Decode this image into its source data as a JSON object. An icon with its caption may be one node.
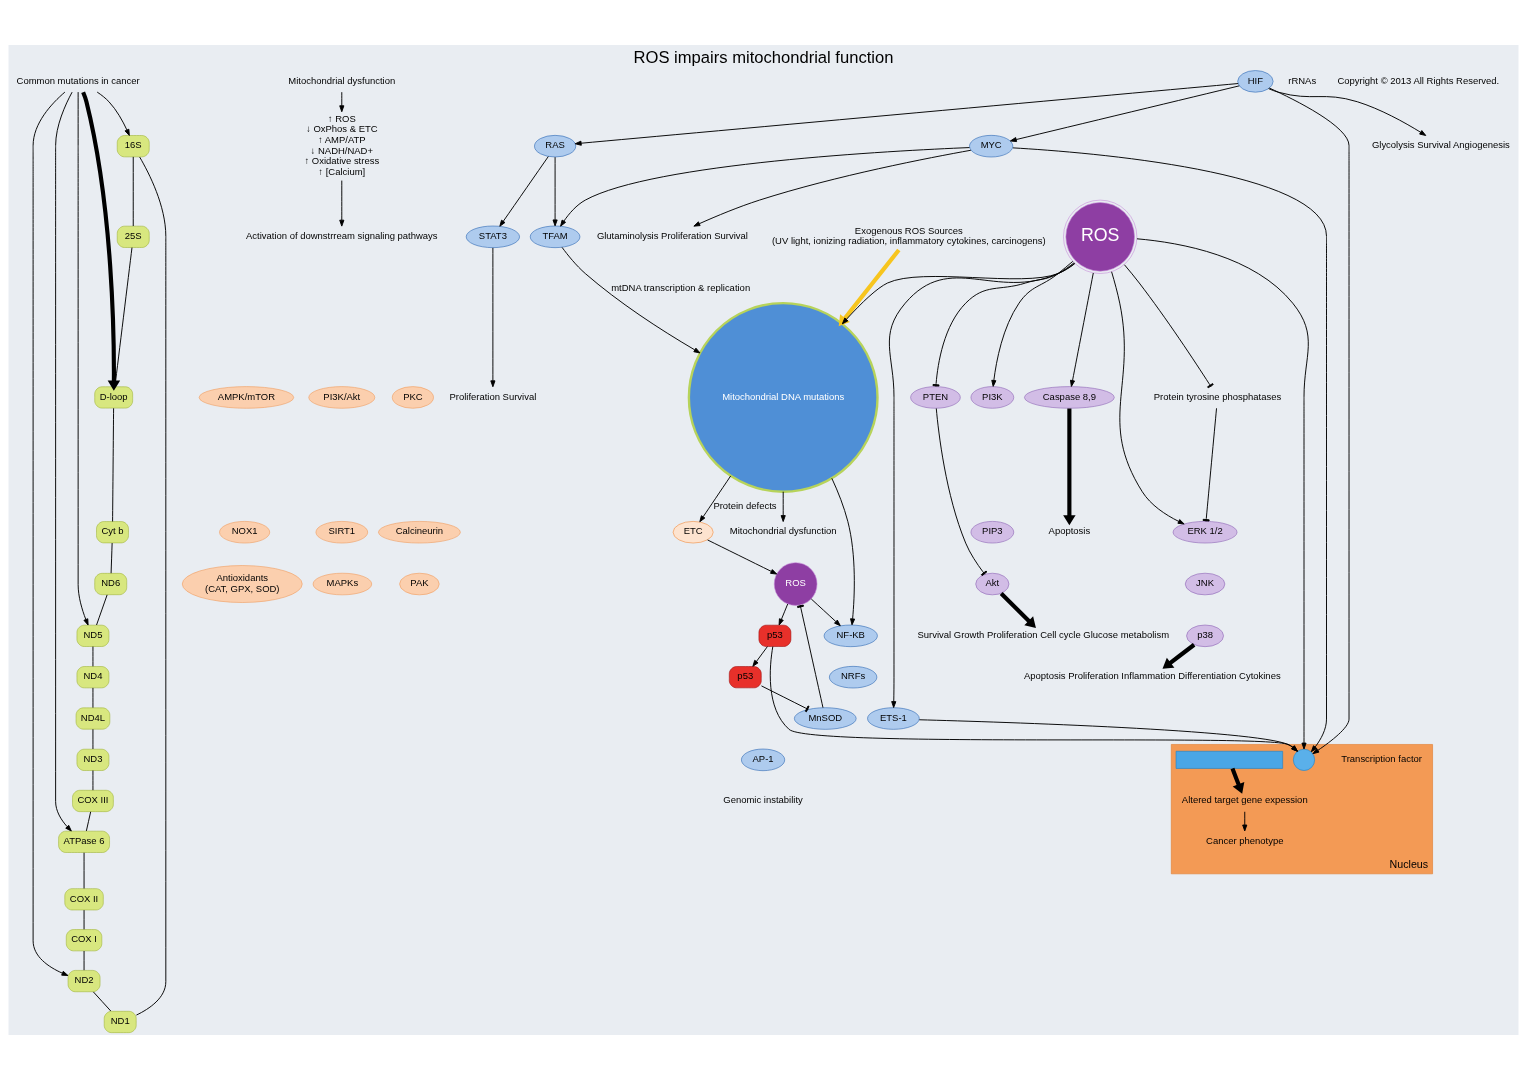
{
  "diagram": {
    "title": "ROS impairs mitochondrial function",
    "nodes": [
      {
        "text": [
          "Common mutations in cancer"
        ]
      },
      {
        "text": [
          "16S"
        ]
      },
      {
        "text": [
          "25S"
        ]
      },
      {
        "text": [
          "D-loop"
        ]
      },
      {
        "text": [
          "Cyt b"
        ]
      },
      {
        "text": [
          "ND6"
        ]
      },
      {
        "text": [
          "ND5"
        ]
      },
      {
        "text": [
          "ND4"
        ]
      },
      {
        "text": [
          "ND4L"
        ]
      },
      {
        "text": [
          "ND3"
        ]
      },
      {
        "text": [
          "COX III"
        ]
      },
      {
        "text": [
          "ATPase 6"
        ]
      },
      {
        "text": [
          "COX II"
        ]
      },
      {
        "text": [
          "COX I"
        ]
      },
      {
        "text": [
          "ND2"
        ]
      },
      {
        "text": [
          "ND1"
        ]
      },
      {
        "text": [
          "Mitochondrial dysfunction"
        ]
      },
      {
        "text": [
          "↑ ROS",
          "↓ OxPhos & ETC",
          "↑ AMP/ATP",
          "↓ NADH/NAD+",
          "↑ Oxidative stress",
          "↑ [Calcium]"
        ]
      },
      {
        "text": [
          "Activation of downstrream signaling pathways"
        ]
      },
      {
        "text": [
          "AMPK/mTOR"
        ]
      },
      {
        "text": [
          "PI3K/Akt"
        ]
      },
      {
        "text": [
          "PKC"
        ]
      },
      {
        "text": [
          "NOX1"
        ]
      },
      {
        "text": [
          "SIRT1"
        ]
      },
      {
        "text": [
          "Calcineurin"
        ]
      },
      {
        "text": [
          "Antioxidants",
          "(CAT, GPX, SOD)"
        ]
      },
      {
        "text": [
          "MAPKs"
        ]
      },
      {
        "text": [
          "PAK"
        ]
      },
      {
        "text": [
          "Exogenous ROS Sources",
          "(UV light, ionizing radiation, inflammatory cytokines, carcinogens)"
        ]
      },
      {
        "text": [
          "Mitochondrial DNA mutations"
        ]
      },
      {
        "text": [
          "Mitochondrial dysfunction"
        ]
      },
      {
        "text": [
          "ROS"
        ]
      },
      {
        "text": [
          "ROS"
        ]
      },
      {
        "text": [
          "ETC"
        ]
      },
      {
        "text": [
          "p53"
        ]
      },
      {
        "text": [
          "MnSOD"
        ]
      },
      {
        "text": [
          "p53"
        ]
      },
      {
        "text": [
          "NF-KB"
        ]
      },
      {
        "text": [
          "NRFs"
        ]
      },
      {
        "text": [
          "ETS-1"
        ]
      },
      {
        "text": [
          "AP-1"
        ]
      },
      {
        "text": [
          "Genomic instability"
        ]
      },
      {
        "text": [
          "PI3K"
        ]
      },
      {
        "text": [
          "PIP3"
        ]
      },
      {
        "text": [
          "Akt"
        ]
      },
      {
        "text": [
          "PTEN"
        ]
      },
      {
        "text": [
          "ERK 1/2"
        ]
      },
      {
        "text": [
          "JNK"
        ]
      },
      {
        "text": [
          "p38"
        ]
      },
      {
        "text": [
          "Protein tyrosine phosphatases"
        ]
      },
      {
        "text": [
          "Caspase 8,9"
        ]
      },
      {
        "text": [
          "Apoptosis"
        ]
      },
      {
        "text": [
          "Survival Growth Proliferation Cell cycle Glucose metabolism"
        ]
      },
      {
        "text": [
          "Apoptosis Proliferation Inflammation Differentiation Cytokines"
        ]
      },
      {
        "text": [
          "Proliferation Survival"
        ]
      },
      {
        "text": [
          "STAT3"
        ]
      },
      {
        "text": [
          "TFAM"
        ]
      },
      {
        "text": [
          "RAS"
        ]
      },
      {
        "text": [
          "MYC"
        ]
      },
      {
        "text": [
          "HIF"
        ]
      },
      {
        "text": [
          "Glutaminolysis Proliferation Survival"
        ]
      },
      {
        "text": [
          "Glycolysis Survival Angiogenesis"
        ]
      },
      {
        "text": [
          "Nucleus"
        ]
      },
      {
        "text": [],
        "shape": "circle",
        "beside": [
          "Transcription factor"
        ],
        "in": 62
      },
      {
        "text": [],
        "shape": "box",
        "in": 62
      },
      {
        "text": [
          "Altered target gene expession"
        ],
        "in": 62
      },
      {
        "text": [
          "Cancer phenotype"
        ],
        "in": 62
      }
    ],
    "edges": [
      {
        "from": 0,
        "to": 1,
        "arrow": "to"
      },
      {
        "from": 0,
        "to": 3,
        "arrow": "to",
        "style": "thick"
      },
      {
        "from": 0,
        "to": 14,
        "arrow": "to"
      },
      {
        "from": 0,
        "to": 6,
        "arrow": "to"
      },
      {
        "from": 0,
        "to": 11,
        "arrow": "to"
      },
      {
        "from": 1,
        "to": 2,
        "arrow": "none"
      },
      {
        "from": 2,
        "to": 3,
        "arrow": "none"
      },
      {
        "from": 3,
        "to": 4,
        "arrow": "none"
      },
      {
        "from": 4,
        "to": 5,
        "arrow": "none"
      },
      {
        "from": 5,
        "to": 6,
        "arrow": "none"
      },
      {
        "from": 6,
        "to": 7,
        "arrow": "none"
      },
      {
        "from": 7,
        "to": 8,
        "arrow": "none"
      },
      {
        "from": 8,
        "to": 9,
        "arrow": "none"
      },
      {
        "from": 9,
        "to": 10,
        "arrow": "none"
      },
      {
        "from": 10,
        "to": 11,
        "arrow": "none"
      },
      {
        "from": 11,
        "to": 12,
        "arrow": "none"
      },
      {
        "from": 12,
        "to": 13,
        "arrow": "none"
      },
      {
        "from": 13,
        "to": 14,
        "arrow": "none"
      },
      {
        "from": 14,
        "to": 15,
        "arrow": "none"
      },
      {
        "from": 15,
        "to": 1,
        "arrow": "none"
      },
      {
        "from": 16,
        "to": 17,
        "arrow": "to"
      },
      {
        "from": 17,
        "to": 18,
        "arrow": "to"
      },
      {
        "from": 28,
        "to": 29,
        "arrow": "to",
        "style": "thick",
        "color": "#f7c51e"
      },
      {
        "from": 29,
        "to": 30,
        "arrow": "to"
      },
      {
        "from": 31,
        "to": 29,
        "arrow": "to"
      },
      {
        "from": 29,
        "to": 37,
        "arrow": "to"
      },
      {
        "from": 56,
        "to": 29,
        "arrow": "to",
        "label": "mtDNA transcription & replication"
      },
      {
        "from": 29,
        "to": 33,
        "arrow": "to",
        "label": "Protein defects"
      },
      {
        "from": 33,
        "to": 32,
        "arrow": "to"
      },
      {
        "from": 35,
        "to": 32,
        "arrow": "other"
      },
      {
        "from": 34,
        "to": 35,
        "arrow": "other"
      },
      {
        "from": 32,
        "to": 37,
        "arrow": "to"
      },
      {
        "from": 32,
        "to": 36,
        "arrow": "to"
      },
      {
        "from": 36,
        "to": 34,
        "arrow": "to"
      },
      {
        "from": 31,
        "to": 39,
        "arrow": "to"
      },
      {
        "from": 31,
        "to": 42,
        "arrow": "to"
      },
      {
        "from": 31,
        "to": 45,
        "arrow": "other"
      },
      {
        "from": 31,
        "to": 46,
        "arrow": "to"
      },
      {
        "from": 31,
        "to": 49,
        "arrow": "other"
      },
      {
        "from": 31,
        "to": 50,
        "arrow": "to"
      },
      {
        "from": 45,
        "to": 44,
        "arrow": "other"
      },
      {
        "from": 49,
        "to": 46,
        "arrow": "other"
      },
      {
        "from": 44,
        "to": 52,
        "arrow": "to",
        "style": "thick"
      },
      {
        "from": 48,
        "to": 53,
        "arrow": "to",
        "style": "thick"
      },
      {
        "from": 50,
        "to": 51,
        "arrow": "to",
        "style": "thick"
      },
      {
        "from": 31,
        "to": 63,
        "arrow": "to"
      },
      {
        "from": 39,
        "to": 63,
        "arrow": "to"
      },
      {
        "from": 36,
        "to": 63,
        "arrow": "to"
      },
      {
        "from": 59,
        "to": 63,
        "arrow": "to"
      },
      {
        "from": 58,
        "to": 63,
        "arrow": "to"
      },
      {
        "from": 55,
        "to": 54,
        "arrow": "to"
      },
      {
        "from": 57,
        "to": 55,
        "arrow": "to"
      },
      {
        "from": 57,
        "to": 56,
        "arrow": "to"
      },
      {
        "from": 59,
        "to": 57,
        "arrow": "to"
      },
      {
        "from": 59,
        "to": 58,
        "arrow": "to"
      },
      {
        "from": 58,
        "to": 56,
        "arrow": "to"
      },
      {
        "from": 58,
        "to": 60,
        "arrow": "to"
      },
      {
        "from": 59,
        "to": 61,
        "arrow": "to"
      },
      {
        "from": 64,
        "to": 65,
        "arrow": "to",
        "style": "thick"
      },
      {
        "from": 65,
        "to": 66,
        "arrow": "to"
      }
    ],
    "labels": [
      "rRNAs",
      "Copyright © 2013 All Rights Reserved."
    ]
  }
}
